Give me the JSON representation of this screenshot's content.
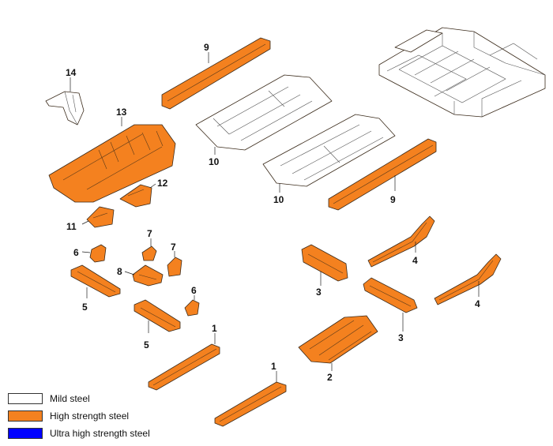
{
  "callouts": {
    "c1a": "1",
    "c1b": "1",
    "c2": "2",
    "c3a": "3",
    "c3b": "3",
    "c4a": "4",
    "c4b": "4",
    "c5a": "5",
    "c5b": "5",
    "c6a": "6",
    "c6b": "6",
    "c7a": "7",
    "c7b": "7",
    "c8": "8",
    "c9a": "9",
    "c9b": "9",
    "c10a": "10",
    "c10b": "10",
    "c11": "11",
    "c12": "12",
    "c13": "13",
    "c14": "14"
  },
  "legend": {
    "items": [
      {
        "label": "Mild steel",
        "color": "#ffffff"
      },
      {
        "label": "High strength steel",
        "color": "#f4811f"
      },
      {
        "label": "Ultra high strength steel",
        "color": "#0000ff"
      }
    ]
  }
}
